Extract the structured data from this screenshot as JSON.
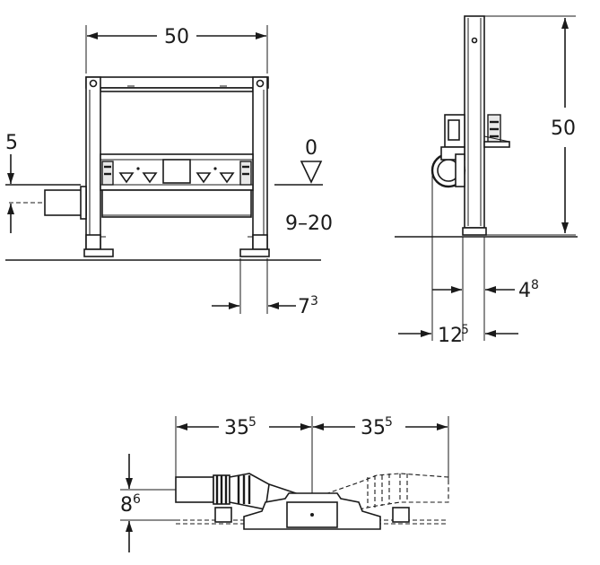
{
  "front_view": {
    "width_label": "50",
    "left_height_label": "5",
    "floor_level_label": "0",
    "adjust_range_label": "9–20",
    "foot_label_main": "7",
    "foot_label_sup": "3"
  },
  "side_view": {
    "height_label": "50",
    "depth_label_main": "4",
    "depth_label_sup": "8",
    "offset_label_main": "12",
    "offset_label_sup": "5"
  },
  "plan_view": {
    "left_width_main": "35",
    "left_width_sup": "5",
    "right_width_main": "35",
    "right_width_sup": "5",
    "height_main": "8",
    "height_sup": "6"
  }
}
